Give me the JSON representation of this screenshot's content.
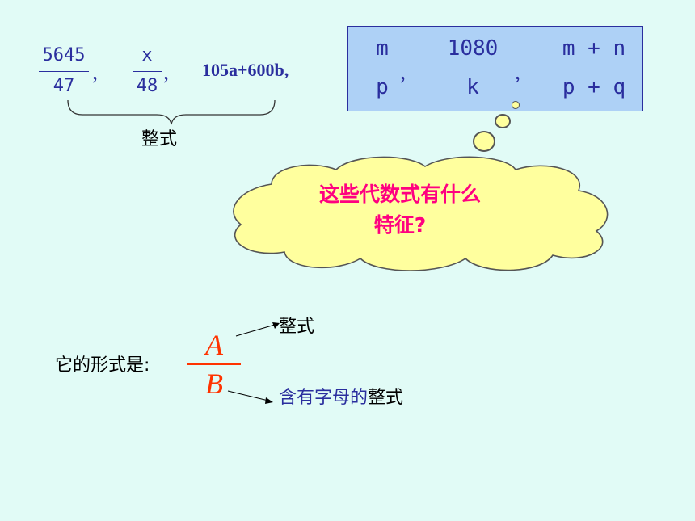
{
  "top_left": {
    "frac1": {
      "num": "5645",
      "den": "47"
    },
    "frac2": {
      "num": "x",
      "den": "48"
    },
    "expr3": "105a+600b,",
    "comma": "，",
    "brace_label": "整式"
  },
  "box": {
    "frac1": {
      "num": "m",
      "den": "p"
    },
    "frac2": {
      "num": "1080",
      "den": "k"
    },
    "frac3": {
      "num": "m + n",
      "den": "p + q"
    },
    "comma": "，"
  },
  "cloud": {
    "line1": "这些代数式有什么",
    "line2": "特征?"
  },
  "form": {
    "prefix": "它的形式是:",
    "numerator": "A",
    "denominator": "B",
    "arrow_top_label": "整式",
    "arrow_bottom_label_part1": "含有字母的",
    "arrow_bottom_label_part2": "整式"
  },
  "colors": {
    "background": "#e1fbf6",
    "blue_text": "#2a2e9e",
    "box_fill": "#aed1f6",
    "cloud_fill": "#ffff9e",
    "cloud_text": "#ff0080",
    "fraction_AB": "#ff3300"
  }
}
